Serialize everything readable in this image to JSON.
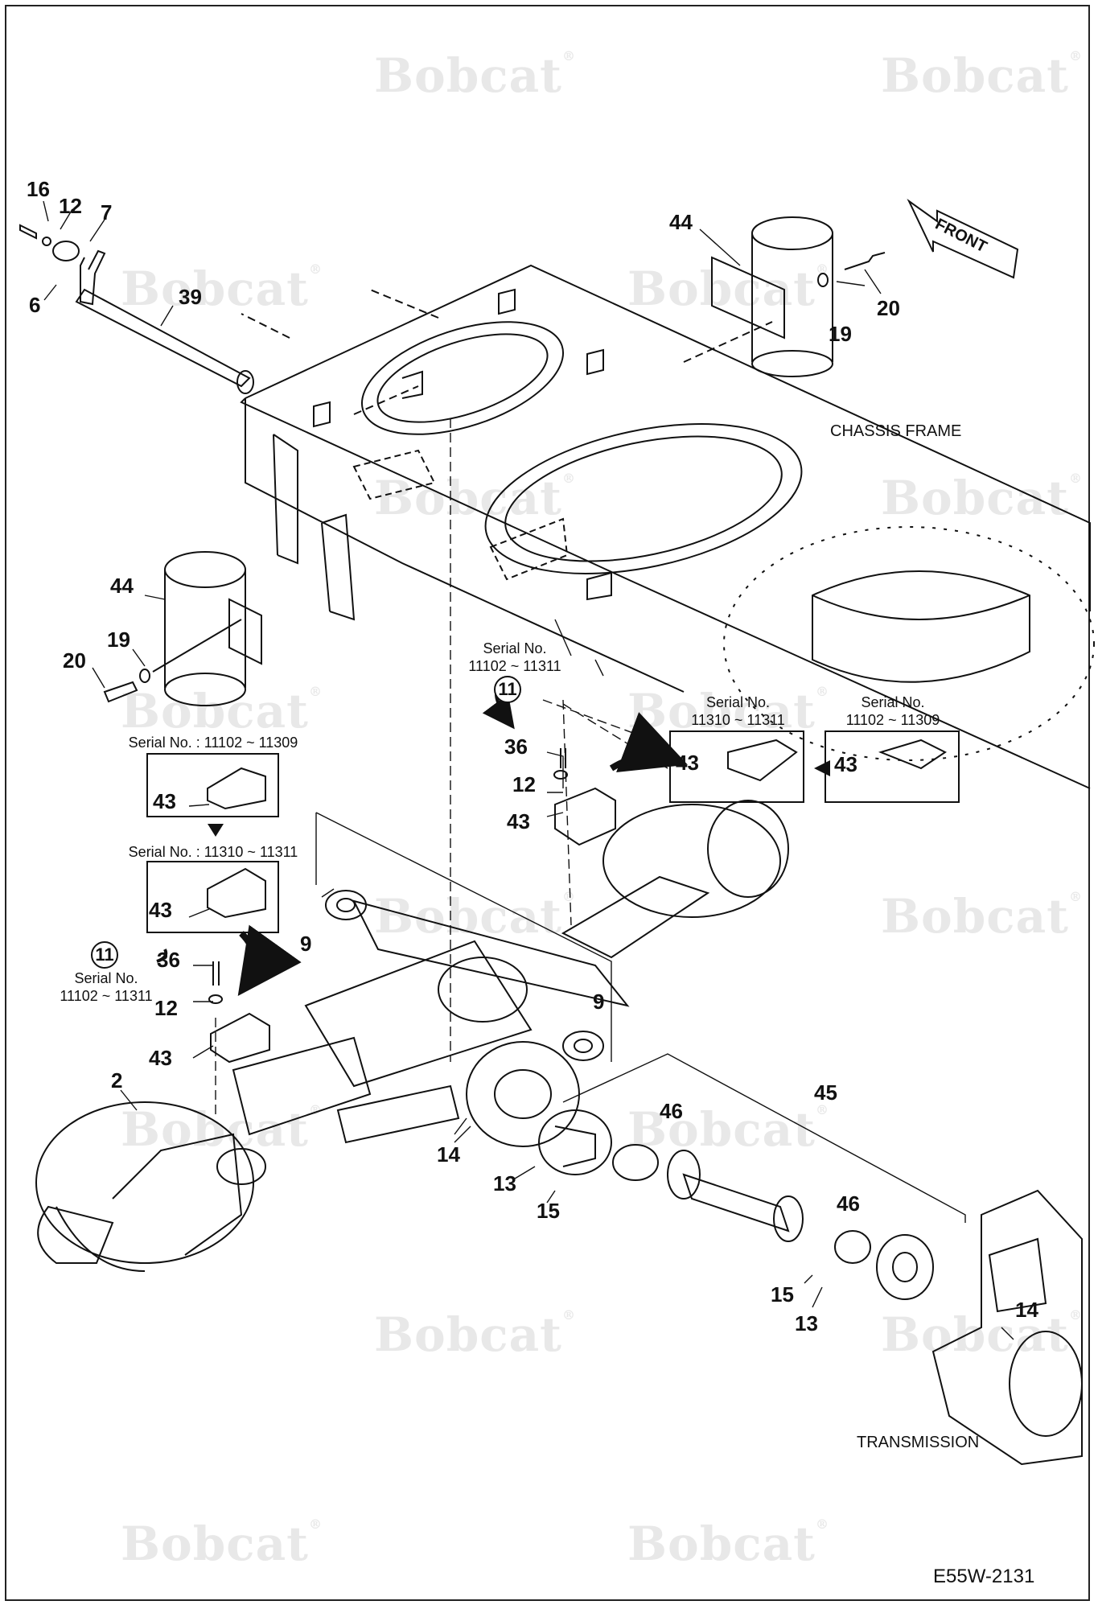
{
  "diagram": {
    "brand_watermark": "Bobcat",
    "figure_code": "E55W-2131",
    "labels": {
      "chassis_frame": "CHASSIS FRAME",
      "transmission": "TRANSMISSION",
      "front": "FRONT"
    },
    "serial_notes": {
      "top_center": "Serial No.\n11102 ~ 11311",
      "box_right_a": "Serial No.\n11310 ~ 11311",
      "box_right_b": "Serial No.\n11102 ~ 11309",
      "box_left_a": "Serial No. : 11102 ~ 11309",
      "box_left_b": "Serial No. : 11310 ~ 11311",
      "left_mid": "Serial No.\n11102 ~ 11311"
    },
    "detail_ref": "11",
    "callouts": {
      "c16": "16",
      "c12a": "12",
      "c7": "7",
      "c6": "6",
      "c39": "39",
      "c44a": "44",
      "c20a": "20",
      "c19a": "19",
      "c44b": "44",
      "c19b": "19",
      "c20b": "20",
      "c36a": "36",
      "c12b": "12",
      "c43a": "43",
      "c43r1": "43",
      "c43r2": "43",
      "c43l1": "43",
      "c43l2": "43",
      "c9a": "9",
      "c36b": "36",
      "c12c": "12",
      "c43b": "43",
      "c9b": "9",
      "c2": "2",
      "c14a": "14",
      "c13a": "13",
      "c15a": "15",
      "c46a": "46",
      "c45": "45",
      "c46b": "46",
      "c15b": "15",
      "c13b": "13",
      "c14b": "14"
    }
  }
}
